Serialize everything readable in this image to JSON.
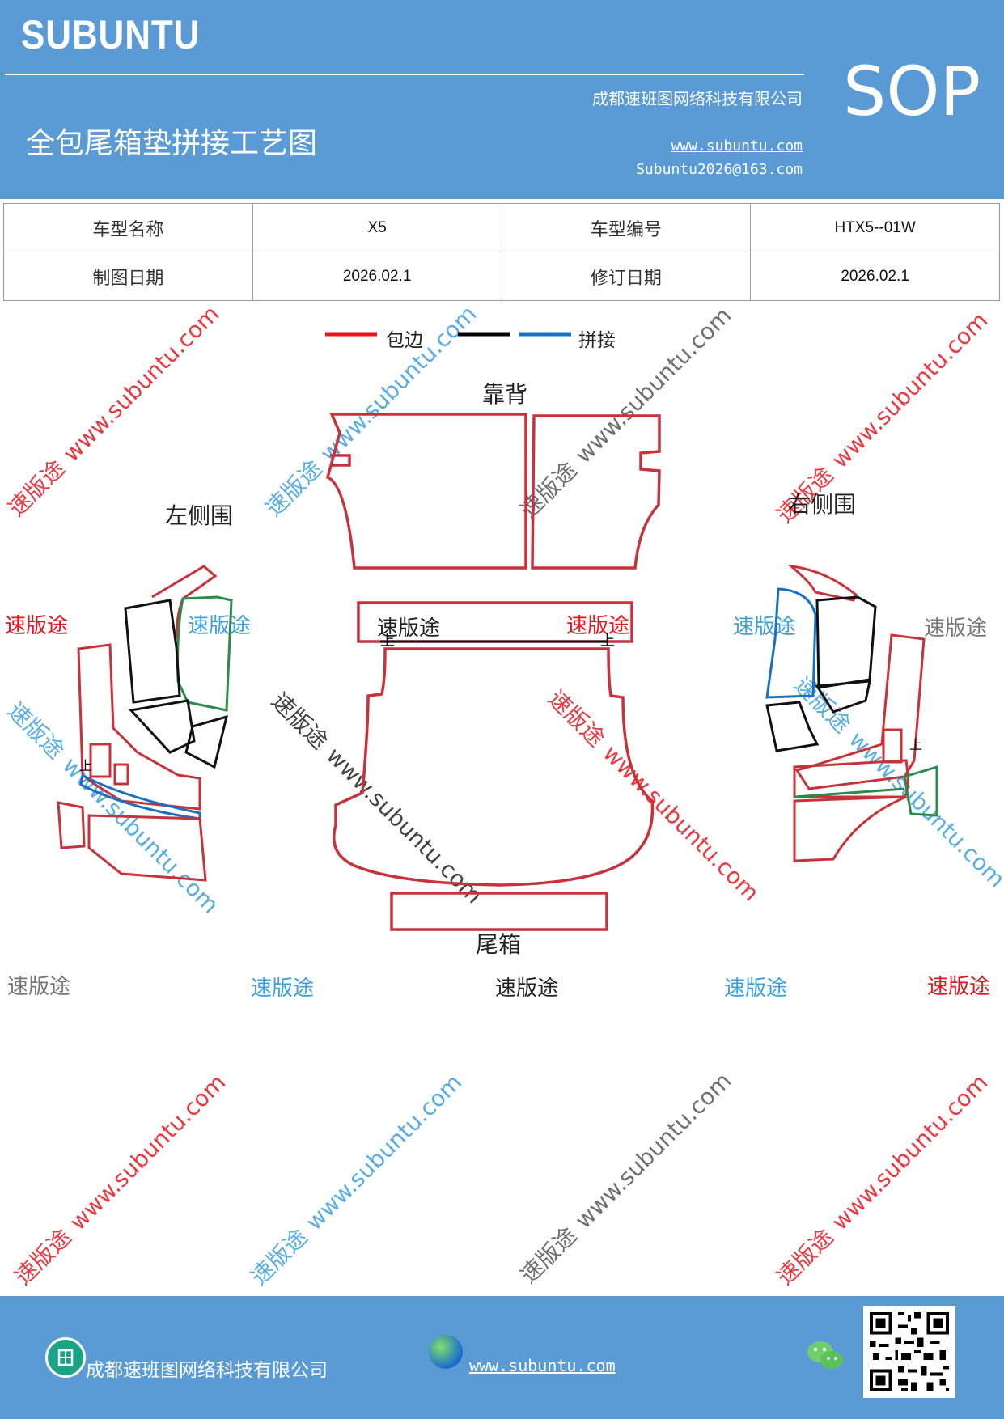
{
  "header": {
    "brand": "SUBUNTU",
    "badge": "SOP",
    "company": "成都速班图网络科技有限公司",
    "title": "全包尾箱垫拼接工艺图",
    "website": "www.subuntu.com",
    "email": "Subuntu2026@163.com"
  },
  "info_table": [
    [
      "车型名称",
      "X5",
      "车型编号",
      "HTX5--01W"
    ],
    [
      "制图日期",
      "2026.02.1",
      "修订日期",
      "2026.02.1"
    ]
  ],
  "legend": {
    "label_red": "包边",
    "label_blue": "拼接",
    "colors": {
      "red": "#e8141d",
      "black": "#000000",
      "blue": "#1a6fc0"
    }
  },
  "diagram_labels": {
    "backrest": "靠背",
    "left_side": "左侧围",
    "right_side": "右侧围",
    "trunk": "尾箱",
    "up_mark": "上"
  },
  "watermarks": {
    "brand_text": "速版途",
    "url_text": "www.subuntu.com"
  },
  "footer": {
    "company": "成都速班图网络科技有限公司",
    "website": "www.subuntu.com"
  }
}
